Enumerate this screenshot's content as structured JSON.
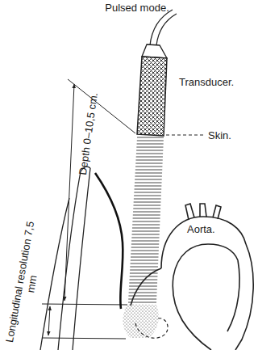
{
  "diagram": {
    "title": "Pulsed mode.",
    "labels": [
      "Transducer.",
      "Skin.",
      "Depth 0–10,5 cm.",
      "Aorta.",
      "Longitudinal resolution 7,5 mm"
    ]
  }
}
